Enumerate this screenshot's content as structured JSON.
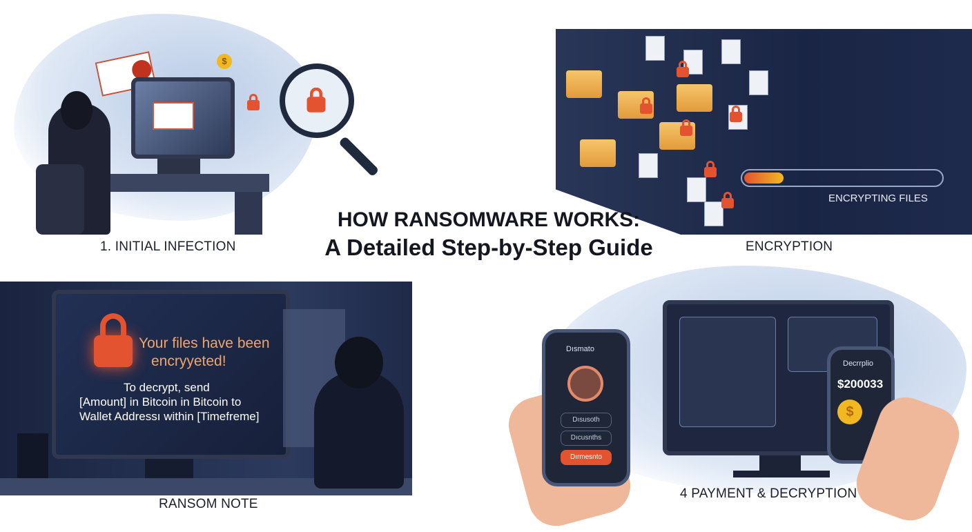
{
  "title": {
    "line1": "HOW RANSOMWARE WORKS:",
    "line2": "A Detailed Step-by-Step Guide"
  },
  "steps": [
    {
      "label": "1. INITIAL INFECTION"
    },
    {
      "label": "ENCRYPTION",
      "progress_text": "ENCRYPTING FILES",
      "progress": 0.2
    },
    {
      "label": "RANSOM NOTE",
      "note_headline_1": "Your files have been",
      "note_headline_2": "encryyeted!",
      "note_body_1": "To decrypt, send",
      "note_body_2": "[Amount] in Bitcoin in Bitcoin to",
      "note_body_3": "Wallet Addressı within [Timefreme]"
    },
    {
      "label": "4 PAYMENT & DECRYPTION",
      "phone_left_title": "Dısmato",
      "phone_left_btn1": "Dısusoth",
      "phone_left_btn2": "Dıcusnths",
      "phone_left_cta": "Dırmesnto",
      "phone_right_title": "Decrrplio",
      "phone_right_amount": "$200033"
    }
  ],
  "colors": {
    "accent": "#e4532f",
    "navy": "#1f2a48",
    "coin": "#f2b821"
  }
}
